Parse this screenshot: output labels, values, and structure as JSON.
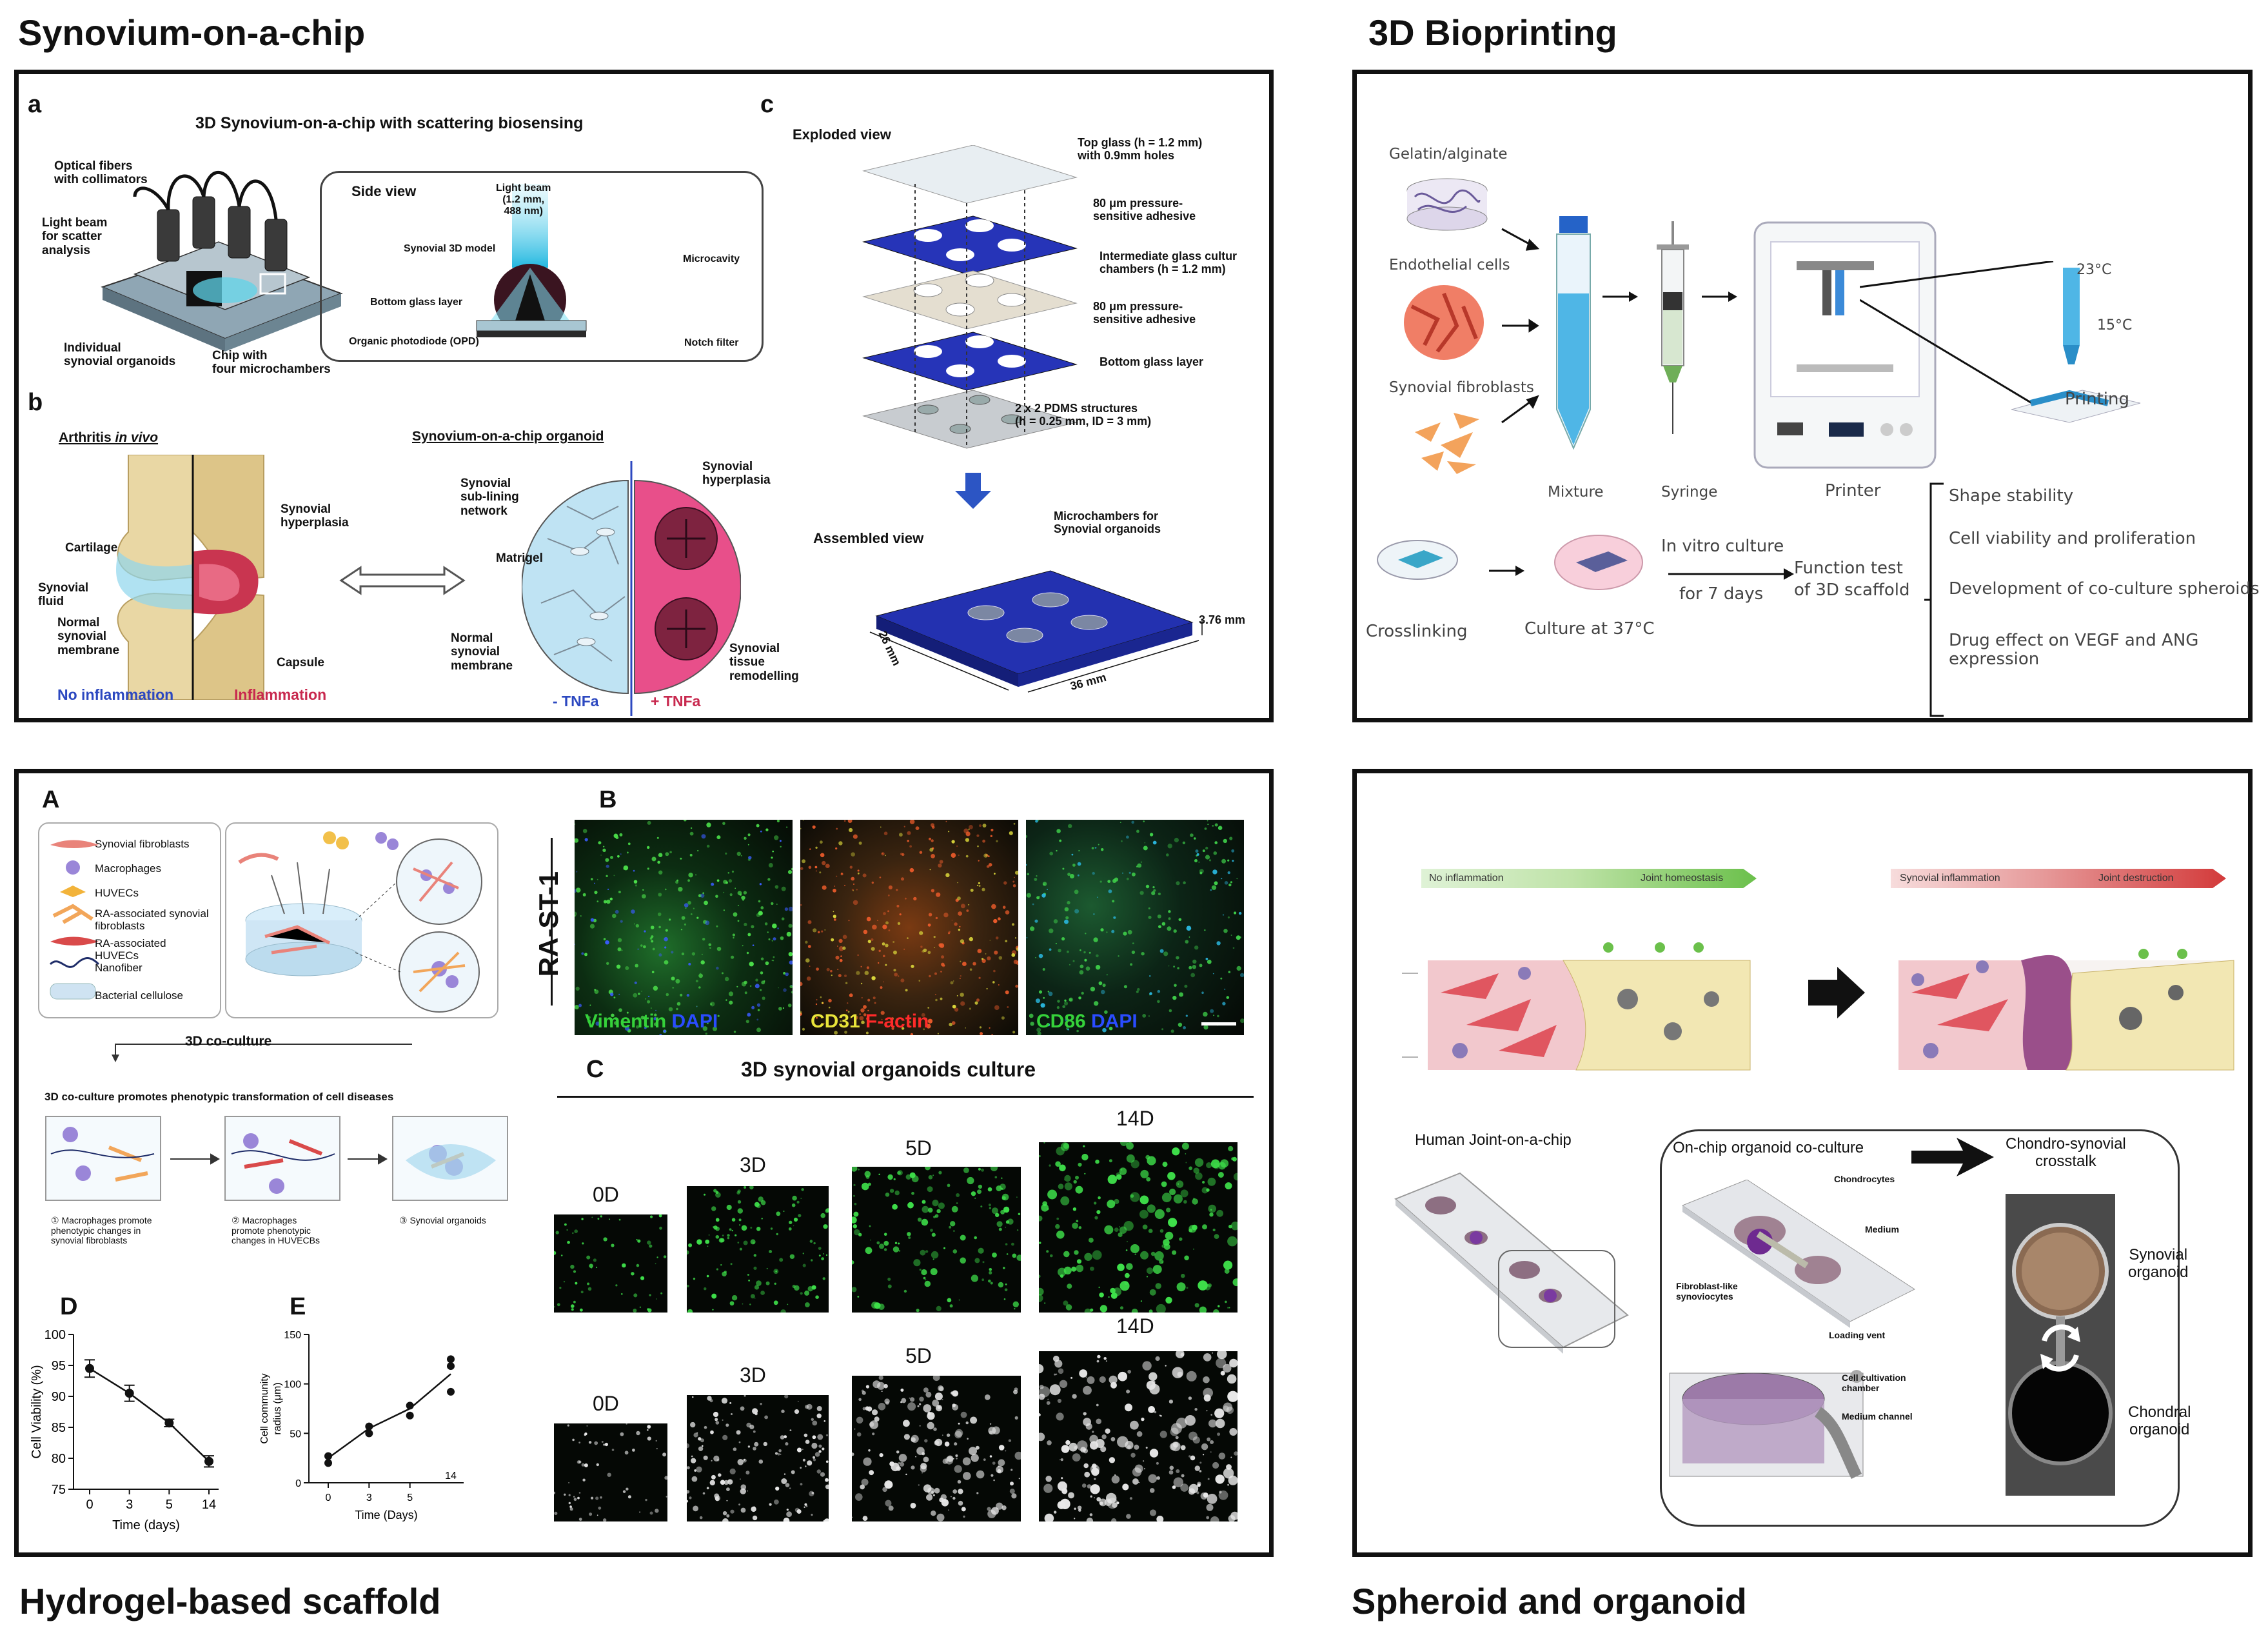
{
  "sections": {
    "synovium": "Synovium-on-a-chip",
    "bioprinting": "3D Bioprinting",
    "hydrogel": "Hydrogel-based scaffold",
    "spheroid": "Spheroid and organoid"
  },
  "synovium": {
    "a": {
      "letter": "a",
      "title": "3D Synovium-on-a-chip with scattering biosensing",
      "optical": "Optical fibers\nwith collimators",
      "beam": "Light beam\nfor scatter\nanalysis",
      "individual": "Individual\nsynovial organoids",
      "chip": "Chip with\nfour microchambers",
      "side": "Side view",
      "lightbeam": "Light beam\n(1.2 mm,\n488 nm)",
      "model": "Synovial 3D model",
      "micro": "Microcavity",
      "bottom": "Bottom glass layer",
      "opd": "Organic photodiode (OPD)",
      "notch": "Notch filter"
    },
    "b": {
      "letter": "b",
      "vivo_pre": "Arthritis ",
      "vivo_em": "in vivo",
      "organoid": "Synovium-on-a-chip organoid",
      "cartilage": "Cartilage",
      "fluid": "Synovial\nfluid",
      "normal": "Normal\nsynovial\nmembrane",
      "hyper": "Synovial\nhyperplasia",
      "capsule": "Capsule",
      "noinf": "No inflammation",
      "inf": "Inflammation",
      "subl": "Synovial\nsub-lining\nnetwork",
      "matrigel": "Matrigel",
      "normal2": "Normal\nsynovial\nmembrane",
      "hyper2": "Synovial\nhyperplasia",
      "remod": "Synovial\ntissue\nremodelling",
      "minus": "- TNFa",
      "plus": "+ TNFa"
    },
    "c": {
      "letter": "c",
      "exploded": "Exploded view",
      "top": "Top glass (h = 1.2 mm)\nwith 0.9mm holes",
      "adh1": "80 μm pressure-\nsensitive adhesive",
      "inter": "Intermediate glass cultur\nchambers (h = 1.2 mm)",
      "adh2": "80 μm pressure-\nsensitive adhesive",
      "bottom": "Bottom glass layer",
      "pdms": "2 x 2 PDMS structures\n(h = 0.25 mm, ID = 3 mm)",
      "assembled": "Assembled view",
      "micro": "Microchambers for\nSynovial organoids",
      "d1": "3.76 mm",
      "d2": "26 mm",
      "d3": "36 mm"
    }
  },
  "bio": {
    "gel": "Gelatin/alginate",
    "endo": "Endothelial cells",
    "fibro": "Synovial fibroblasts",
    "mixture": "Mixture",
    "syringe": "Syringe",
    "printer": "Printer",
    "printing": "Printing",
    "t23": "23°C",
    "t15": "15°C",
    "cross": "Crosslinking",
    "culture": "Culture at 37°C",
    "vitro1": "In vitro culture",
    "vitro2": "for 7 days",
    "func1": "Function test",
    "func2": "of 3D scaffold",
    "list": [
      "Shape stability",
      "Cell viability and proliferation",
      "Development of co-culture spheroids",
      "Drug effect on VEGF and ANG\nexpression"
    ]
  },
  "hydro": {
    "A": "A",
    "B": "B",
    "C": "C",
    "D": "D",
    "E": "E",
    "legend": [
      "Synovial fibroblasts",
      "Macrophages",
      "HUVECs",
      "RA-associated synovial\nfibroblasts",
      "RA-associated\nHUVECs",
      "Nanofiber",
      "Bacterial cellulose"
    ],
    "coculture": "3D co-culture",
    "promotes": "3D co-culture promotes phenotypic transformation of cell diseases",
    "steps": [
      "① Macrophages promote\nphenotypic changes in\nsynovial fibroblasts",
      "② Macrophages\npromote phenotypic\nchanges in HUVECBs",
      "③ Synovial organoids"
    ],
    "rast": "RA-ST-1",
    "stain1a": "Vimentin",
    "stain1b": "DAPI",
    "stain2a": "CD31",
    "stain2b": "F-actin",
    "stain3a": "CD86",
    "stain3b": "DAPI",
    "organoid_title": "3D synovial organoids culture",
    "days": [
      "0D",
      "3D",
      "5D",
      "14D"
    ]
  },
  "chart_data": [
    {
      "type": "line",
      "ylabel": "Cell Viability (%)",
      "xlabel": "Time (days)",
      "categories": [
        "0",
        "3",
        "5",
        "14"
      ],
      "values": [
        94.5,
        90.5,
        85.7,
        79.5
      ],
      "errors": [
        1.4,
        1.3,
        0.6,
        0.9
      ],
      "ylim": [
        75,
        100
      ],
      "yticks": [
        75,
        80,
        85,
        90,
        95,
        100
      ]
    },
    {
      "type": "line",
      "ylabel": "Cell community\nradius (μm)",
      "xlabel": "Time (Days)",
      "categories": [
        "0",
        "3",
        "5",
        "14"
      ],
      "values": [
        25,
        55,
        75,
        110
      ],
      "points": [
        [
          0,
          20
        ],
        [
          0,
          27
        ],
        [
          3,
          50
        ],
        [
          3,
          57
        ],
        [
          5,
          68
        ],
        [
          5,
          78
        ],
        [
          14,
          92
        ],
        [
          14,
          118
        ],
        [
          14,
          125
        ]
      ],
      "ylim": [
        0,
        150
      ],
      "yticks": [
        0,
        50,
        100,
        150
      ],
      "annot": "14"
    }
  ],
  "spher": {
    "noinf": "No inflammation",
    "homeo": "Joint homeostasis",
    "syninf": "Synovial inflammation",
    "destr": "Joint destruction",
    "human": "Human Joint-on-a-chip",
    "onchip": "On-chip organoid co-culture",
    "crosstalk": "Chondro-synovial\ncrosstalk",
    "chondrocytes": "Chondrocytes",
    "medium": "Medium",
    "fls": "Fibroblast-like\nsynoviocytes",
    "vent": "Loading vent",
    "cell": "Cell cultivation\nchamber",
    "channel": "Medium channel",
    "syn": "Synovial\norganoid",
    "chon": "Chondral\norganoid"
  },
  "colors": {
    "blue": "#2c48c0",
    "pink": "#e23a7b",
    "green": "#6bc04b",
    "red": "#e0454f",
    "navy": "#1e2c9a"
  }
}
